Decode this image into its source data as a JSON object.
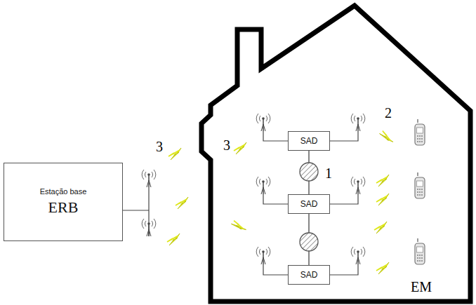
{
  "diagram": {
    "nodes": [
      {
        "text": [
          "Estação base",
          "ERB"
        ]
      },
      {
        "text": [
          "SAD"
        ]
      },
      {
        "text": [
          "SAD"
        ]
      },
      {
        "text": [
          "SAD"
        ]
      }
    ],
    "edges": [
      {
        "from": 1,
        "to": 2,
        "arrow": "none"
      },
      {
        "from": 2,
        "to": 3,
        "arrow": "none"
      }
    ],
    "labels": [
      "3",
      "3",
      "2",
      "1",
      "EM"
    ]
  }
}
